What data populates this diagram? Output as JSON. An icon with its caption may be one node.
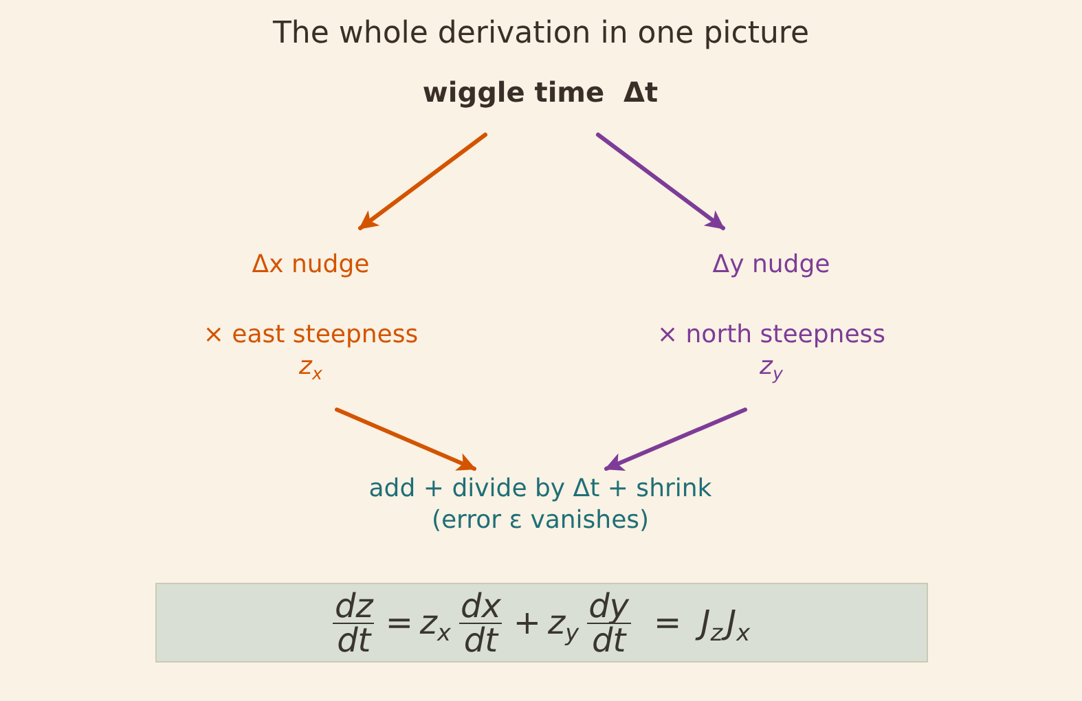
{
  "diagram": {
    "title": "The whole derivation in one picture",
    "nodes": [
      {
        "text": [
          "wiggle time  Δt"
        ]
      },
      {
        "text": [
          "Δx nudge",
          "× east steepness",
          "z$_{x}$"
        ]
      },
      {
        "text": [
          "Δy nudge",
          "× north steepness",
          "z$_{y}$"
        ]
      },
      {
        "text": [
          "add + divide by Δt + shrink (error ε vanishes)"
        ]
      },
      {
        "text": [
          "dz dt = z$_{x}$ dx dt + z$_{y}$ dy dt = J$_{z}$J$_{x}$"
        ]
      }
    ],
    "edges": [
      {
        "from": 0,
        "to": 1,
        "arrow": "to",
        "color": "#d35400"
      },
      {
        "from": 0,
        "to": 2,
        "arrow": "to",
        "color": "#7d3c98"
      },
      {
        "from": 1,
        "to": 3,
        "arrow": "to",
        "color": "#d35400"
      },
      {
        "from": 2,
        "to": 3,
        "arrow": "to",
        "color": "#7d3c98"
      }
    ]
  }
}
